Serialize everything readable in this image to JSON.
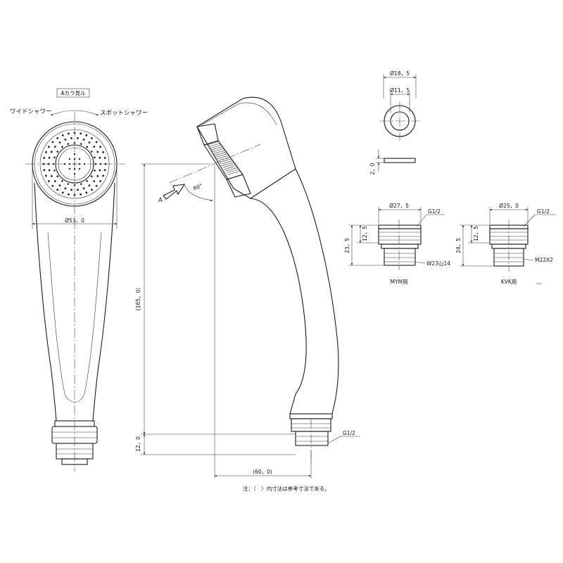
{
  "front_view": {
    "view_label": "Aカラ見ル",
    "wide_shower": "ワイドシャワー",
    "spot_shower": "スポットシャワー",
    "dia_head": "Ø53，0"
  },
  "side_view": {
    "arrow_label": "A",
    "angle": "60°",
    "length": "(165，0)",
    "bottom_len": "12，0",
    "depth": "(60，0)",
    "thread": "G1/2"
  },
  "washer": {
    "outer_dia": "Ø18，5",
    "inner_dia": "Ø11，5",
    "thickness": "2，0"
  },
  "mym_adapter": {
    "dia": "Ø27，5",
    "thread": "G1/2",
    "h_upper": "12，5",
    "h_total": "23，5",
    "bottom_thread": "W23山14",
    "caption": "MYM用"
  },
  "kvk_adapter": {
    "dia": "Ø25，0",
    "thread": "G1/2",
    "h_upper": "12，5",
    "h_total": "24，5",
    "bottom_thread": "M22X2",
    "caption": "KVK用"
  },
  "note": "注：（　）内寸法は参考寸法である。"
}
